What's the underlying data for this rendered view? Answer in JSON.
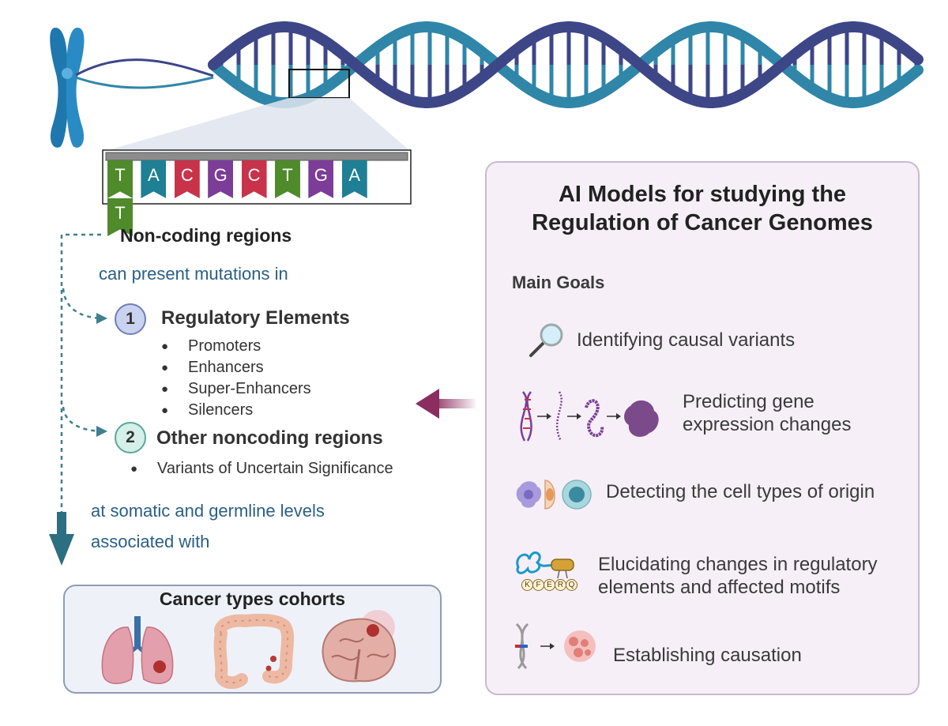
{
  "sequence": [
    "T",
    "A",
    "C",
    "G",
    "C",
    "T",
    "G",
    "A",
    "T"
  ],
  "colors": {
    "green": "#4f8a2b",
    "teal": "#1f7f94",
    "red": "#c8334a",
    "purple": "#7b3d98",
    "dna_teal": "#2f86a8",
    "dna_navy": "#3d4687",
    "arrow_maroon": "#8b2d5f",
    "panel_bg": "#f7eff8",
    "panel_border": "#cbb9cf",
    "cohort_bg": "#eef2f8",
    "cohort_border": "#8f9cb4"
  },
  "left": {
    "heading": "Non-coding regions",
    "subtext": "can present mutations in",
    "item1": {
      "number": "1",
      "title": "Regulatory Elements",
      "bullets": [
        "Promoters",
        "Enhancers",
        "Super-Enhancers",
        "Silencers"
      ]
    },
    "item2": {
      "number": "2",
      "title": "Other noncoding regions",
      "bullets": [
        "Variants of Uncertain Significance"
      ]
    },
    "levels_line1": "at somatic and germline levels",
    "levels_line2": "associated with",
    "cohorts_title": "Cancer types cohorts"
  },
  "right": {
    "title_line1": "AI Models for studying the",
    "title_line2": "Regulation of Cancer Genomes",
    "goals_heading": "Main Goals",
    "goals": [
      {
        "line1": "Identifying causal variants",
        "line2": "",
        "icon": "magnifier-icon"
      },
      {
        "line1": "Predicting gene",
        "line2": "expression changes",
        "icon": "dna-to-protein-icon"
      },
      {
        "line1": "Detecting the cell types of origin",
        "line2": "",
        "icon": "cells-icon"
      },
      {
        "line1": "Elucidating changes in regulatory",
        "line2": "elements and affected motifs",
        "icon": "motif-binding-icon"
      },
      {
        "line1": "Establishing causation",
        "line2": "",
        "icon": "dna-to-tumor-icon"
      }
    ]
  },
  "motif_letters": [
    "K",
    "F",
    "E",
    "R",
    "Q"
  ]
}
